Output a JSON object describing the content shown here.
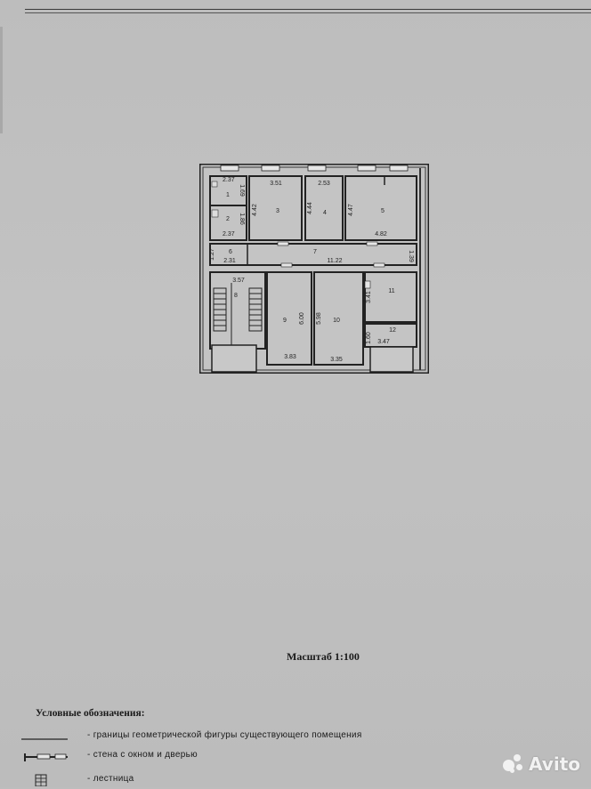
{
  "plan": {
    "rooms": [
      {
        "number": "1",
        "dims": [
          "2.37",
          "1.69"
        ]
      },
      {
        "number": "2",
        "dims": [
          "1.86",
          "2.37"
        ]
      },
      {
        "number": "3",
        "dims": [
          "3.51",
          "4.42"
        ]
      },
      {
        "number": "4",
        "dims": [
          "2.53",
          "4.44"
        ]
      },
      {
        "number": "5",
        "dims": [
          "4.47",
          "4.82"
        ]
      },
      {
        "number": "6",
        "dims": [
          "1.27",
          "2.31"
        ]
      },
      {
        "number": "7",
        "dims": [
          "11.22",
          "1.39"
        ]
      },
      {
        "number": "8",
        "dims": [
          "3.57"
        ]
      },
      {
        "number": "9",
        "dims": [
          "6.00",
          "3.83"
        ]
      },
      {
        "number": "10",
        "dims": [
          "5.98",
          "3.35"
        ]
      },
      {
        "number": "11",
        "dims": [
          "3.41"
        ]
      },
      {
        "number": "12",
        "dims": [
          "1.60",
          "3.47"
        ]
      }
    ]
  },
  "scale_label": "Масштаб 1:100",
  "legend": {
    "title": "Условные обозначения:",
    "items": [
      {
        "text": "- границы геометрической фигуры существующего помещения"
      },
      {
        "text": "- стена с окном и дверью"
      },
      {
        "text": "- лестница"
      }
    ]
  },
  "watermark": "Avito"
}
